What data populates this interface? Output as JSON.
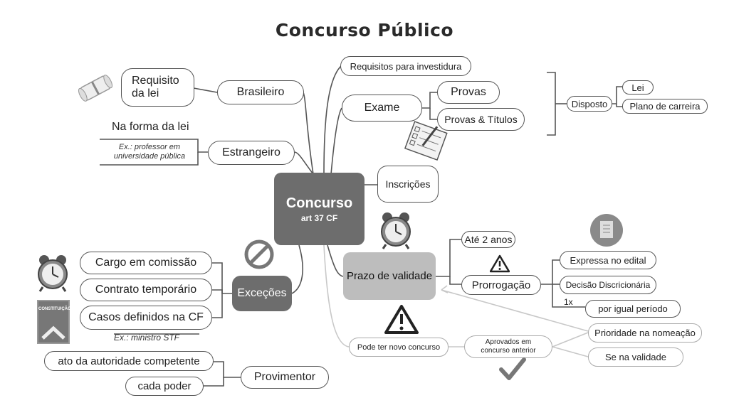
{
  "title": "Concurso Público",
  "center": {
    "title": "Concurso",
    "subtitle": "art 37 CF"
  },
  "brasileiro": {
    "label": "Brasileiro",
    "requisito": "Requisito\nda lei"
  },
  "estrangeiro": {
    "label": "Estrangeiro",
    "forma": "Na forma da lei",
    "exemplo": "Ex.: professor em\nuniversidade pública"
  },
  "requisitos": {
    "label": "Requisitos para investidura"
  },
  "exame": {
    "label": "Exame",
    "provas": "Provas",
    "provas_titulos": "Provas & Títulos"
  },
  "disposto": {
    "label": "Disposto",
    "lei": "Lei",
    "plano": "Plano de carreira"
  },
  "inscricoes": {
    "label": "Inscrições"
  },
  "prazo": {
    "label": "Prazo de validade",
    "ate2": "Até 2 anos",
    "prorrogacao": "Prorrogação",
    "expressa": "Expressa no edital",
    "decisao": "Decisão Discricionária",
    "uma_vez": "1x",
    "igual": "por igual período"
  },
  "novo": {
    "label": "Pode ter novo concurso",
    "aprovados": "Aprovados em\nconcurso anterior",
    "prioridade": "Prioridade na nomeação",
    "validade": "Se na validade"
  },
  "excecoes": {
    "label": "Exceções",
    "cargo": "Cargo em comissão",
    "contrato": "Contrato temporário",
    "casos": "Casos definidos na CF",
    "exemplo": "Ex.: ministro STF",
    "book_label": "CONSTITUIÇÃO"
  },
  "provimentor": {
    "label": "Provimentor",
    "ato": "ato da autoridade competente",
    "cada": "cada poder"
  },
  "icons": [
    "diploma-icon",
    "checklist-icon",
    "alarm-clock-icon",
    "prohibited-icon",
    "warning-icon",
    "document-icon",
    "checkmark-icon",
    "constitution-book-icon"
  ],
  "colors": {
    "center": "#6d6d6d",
    "excecoes": "#6d6d6d",
    "prazo": "#bdbdbd",
    "lines": "#555555",
    "light_lines": "#c8c8c8"
  }
}
